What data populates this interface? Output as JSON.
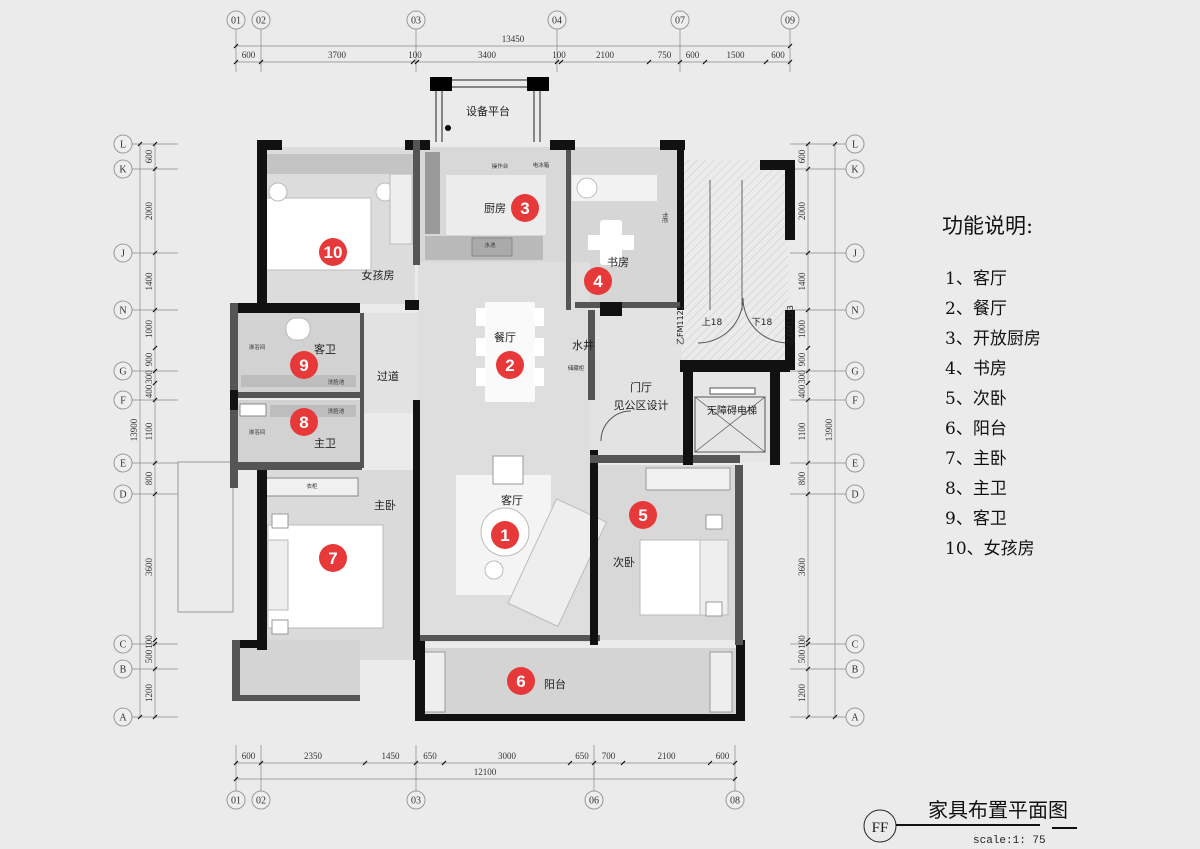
{
  "top_axes": [
    "01",
    "02",
    "03",
    "04",
    "07",
    "09"
  ],
  "top_total": "13450",
  "top_dims": [
    "600",
    "3700",
    "100",
    "3400",
    "100",
    "2100",
    "750",
    "600",
    "1500",
    "600"
  ],
  "bottom_axes": [
    "01",
    "02",
    "03",
    "06",
    "08"
  ],
  "bottom_total": "12100",
  "bottom_dims": [
    "600",
    "2350",
    "1450",
    "650",
    "3000",
    "650",
    "700",
    "2100",
    "600"
  ],
  "side_axes": [
    "L",
    "K",
    "J",
    "N",
    "G",
    "F",
    "E",
    "D",
    "C",
    "B",
    "A"
  ],
  "side_total": "13900",
  "side_dims": [
    "600",
    "2000",
    "1400",
    "1000",
    "900",
    "300",
    "400",
    "1100",
    "800",
    "3600",
    "100",
    "500",
    "1200"
  ],
  "rooms": {
    "equipment_platform": "设备平台",
    "girls_room": "女孩房",
    "kitchen": "厨房",
    "study": "书房",
    "dining": "餐厅",
    "guest_bath": "客卫",
    "corridor": "过道",
    "master_bath": "主卫",
    "master_bedroom": "主卧",
    "living": "客厅",
    "second_bedroom": "次卧",
    "balcony": "阳台",
    "foyer": "门厅",
    "foyer_note": "见公区设计",
    "water_shaft": "水井",
    "elevator": "无障碍电梯",
    "stairs_up": "上18",
    "stairs_down": "下18",
    "fire_door": "乙FM1123"
  },
  "fixtures": {
    "counter": "操作台",
    "sink": "水池",
    "fridge": "电冰箱",
    "shower": "淋浴间",
    "washbasin": "洗脸池",
    "wardrobe": "衣柜",
    "storage": "储藏柜",
    "bookcase": "书柜"
  },
  "markers": [
    "1",
    "2",
    "3",
    "4",
    "5",
    "6",
    "7",
    "8",
    "9",
    "10"
  ],
  "marker_color": "#e8393a",
  "legend": {
    "title": "功能说明:",
    "items": [
      "1、客厅",
      "2、餐厅",
      "3、开放厨房",
      "4、书房",
      "5、次卧",
      "6、阳台",
      "7、主卧",
      "8、主卫",
      "9、客卫",
      "10、女孩房"
    ]
  },
  "title_block": {
    "code": "FF",
    "title": "家具布置平面图",
    "scale": "scale:1: 75"
  }
}
